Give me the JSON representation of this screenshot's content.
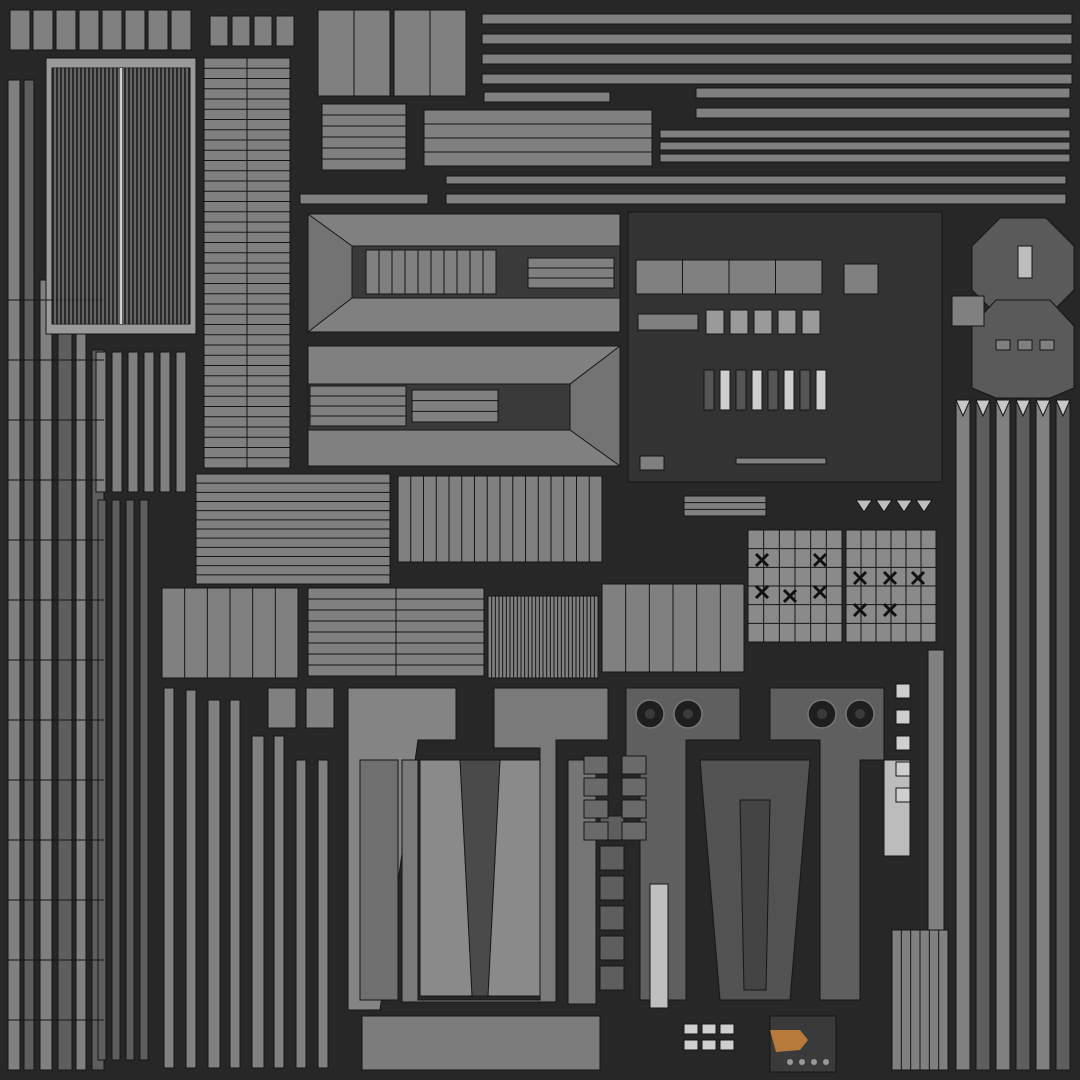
{
  "texture": {
    "background_color": "#272727",
    "panel_fill_color": "#808080",
    "panel_dark_color": "#5e5e5e",
    "line_color": "#151515",
    "accent_color": "#b77a3a",
    "visible_text": []
  },
  "regions": [
    "thin-vertical-strip-left",
    "tall-vertical-strips-left",
    "dense-vent-grille",
    "small-tiles-top-left",
    "vertical-ladder-panels",
    "square-panels-top",
    "horizontal-stripes-top-right",
    "wing-panels-center",
    "equipment-panel-mid-right",
    "octagonal-hubs-right",
    "striped-block-middle",
    "grid-panels-lower",
    "tapered-fuselage-panels",
    "tapered-fuselage-panels-right",
    "radial-vents-bottom",
    "vertical-stripes-right",
    "small-parts-bottom"
  ]
}
